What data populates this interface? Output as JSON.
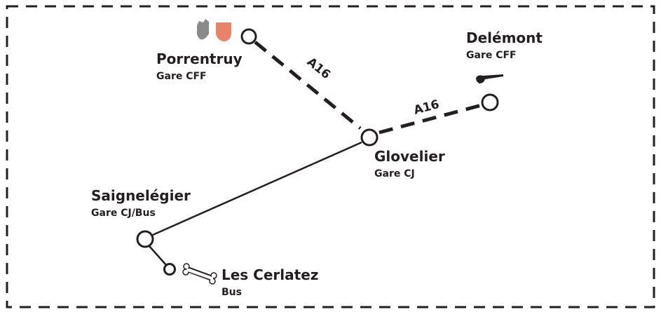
{
  "colors": {
    "ink": "#231f20",
    "flag_gray": "#8a8a8a",
    "flag_orange": "#e8836a",
    "background": "#ffffff"
  },
  "stations": {
    "porrentruy": {
      "name": "Porrentruy",
      "sub": "Gare CFF"
    },
    "delemont": {
      "name": "Delémont",
      "sub": "Gare CFF"
    },
    "glovelier": {
      "name": "Glovelier",
      "sub": "Gare CJ"
    },
    "saignelegier": {
      "name": "Saignelégier",
      "sub": "Gare CJ/Bus"
    },
    "les_cerlatez": {
      "name": "Les Cerlatez",
      "sub": "Bus"
    }
  },
  "roads": {
    "a16_north": "A16",
    "a16_east": "A16"
  },
  "icons": {
    "porrentruy": "coat-of-arms-icon",
    "delemont": "crozier-icon",
    "les_cerlatez": "bone-icon"
  }
}
